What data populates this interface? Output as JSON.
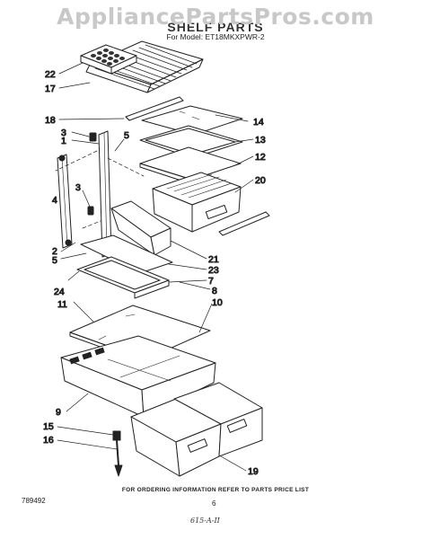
{
  "watermark": "AppliancePartsPros.com",
  "title": "SHELF PARTS",
  "subtitle": "For Model: ET18MKXPWR-2",
  "footer_note": "FOR ORDERING INFORMATION REFER TO PARTS PRICE LIST",
  "document_number": "789492",
  "page_number": "6",
  "handwritten_mark": "615-A-II",
  "callouts": {
    "c22": "22",
    "c17": "17",
    "c18": "18",
    "c14": "14",
    "c3a": "3",
    "c1": "1",
    "c5a": "5",
    "c13": "13",
    "c12": "12",
    "c4": "4",
    "c3b": "3",
    "c20": "20",
    "c2": "2",
    "c5b": "5",
    "c21": "21",
    "c23": "23",
    "c7": "7",
    "c24": "24",
    "c8": "8",
    "c11": "11",
    "c10": "10",
    "c9": "9",
    "c15": "15",
    "c16": "16",
    "c19": "19"
  }
}
